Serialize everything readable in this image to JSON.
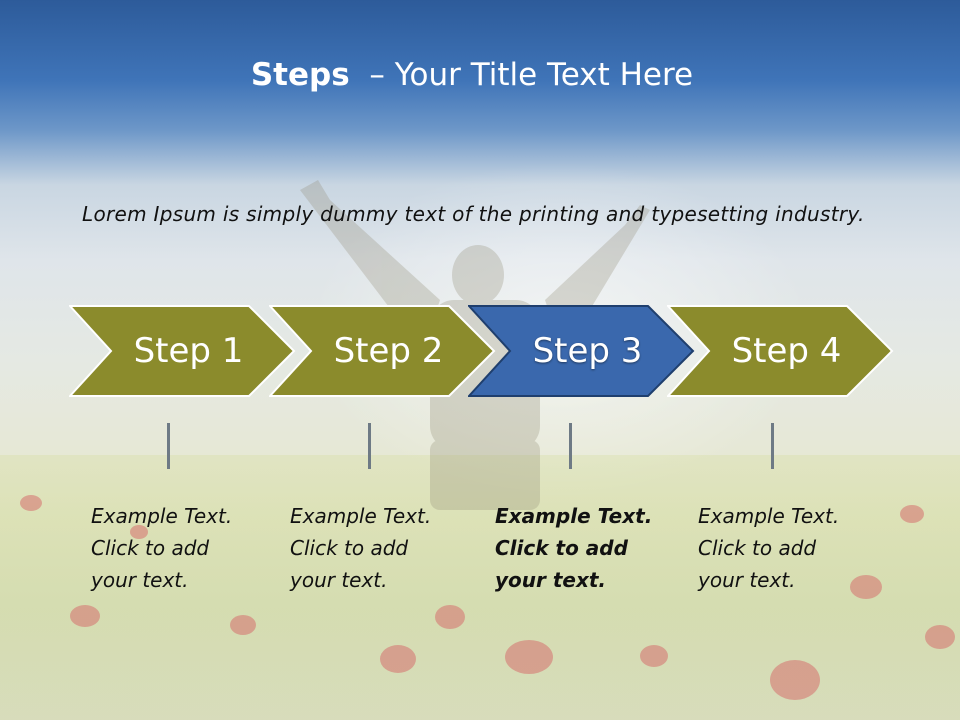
{
  "title": {
    "bold": "Steps",
    "rest": "  – Your Title Text Here"
  },
  "intro": "Lorem Ipsum is simply dummy text of the printing and typesetting industry.",
  "steps": [
    {
      "label": "Step 1",
      "note": "Example Text.\nClick  to add\nyour text.",
      "active": false
    },
    {
      "label": "Step 2",
      "note": "Example Text.\nClick  to add\nyour text.",
      "active": false
    },
    {
      "label": "Step 3",
      "note": "Example Text.\nClick  to add\nyour text.",
      "active": true
    },
    {
      "label": "Step 4",
      "note": "Example Text.\nClick  to add\nyour text.",
      "active": false
    }
  ],
  "colors": {
    "step": "#8b8b2c",
    "active": "#3a68ad",
    "border": "#ffffff"
  }
}
